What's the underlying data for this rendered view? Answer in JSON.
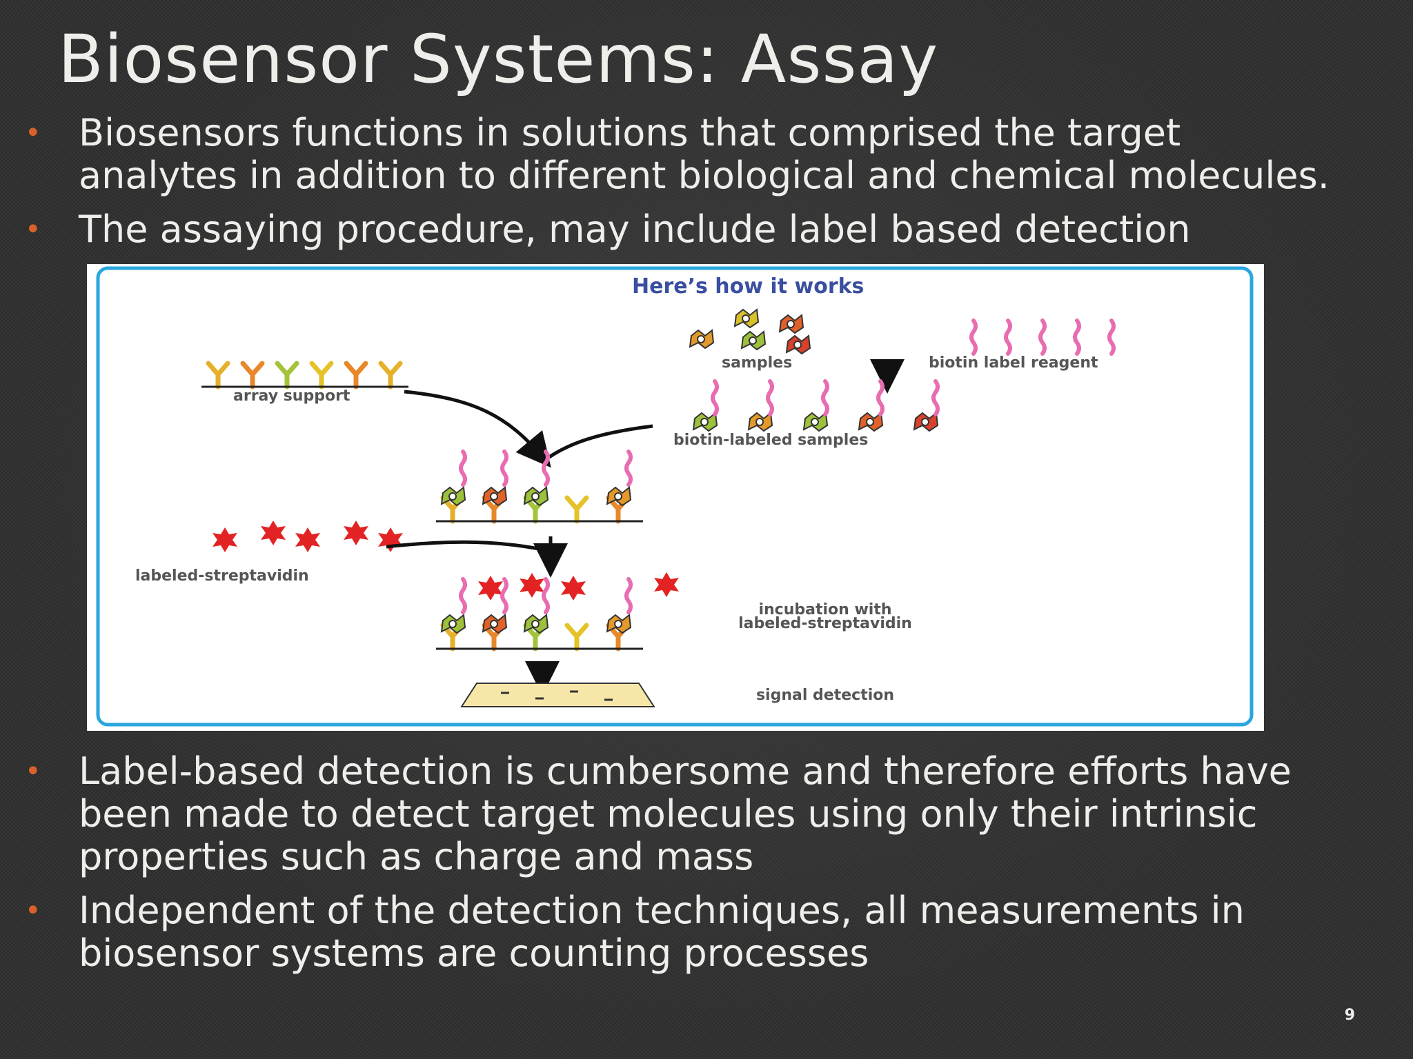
{
  "slide": {
    "title": "Biosensor Systems: Assay",
    "page_number": "9"
  },
  "bullets": [
    "Biosensors functions in solutions that comprised the target analytes in addition to different biological and chemical molecules.",
    "The assaying procedure, may include label based detection",
    "Label-based detection is cumbersome and therefore efforts have been made to detect target molecules using only their intrinsic properties such as charge and mass",
    "Independent of the detection techniques, all measurements in biosensor systems are counting processes"
  ],
  "bullet_color": "#d9622b",
  "figure": {
    "heading": "Here’s how it works",
    "labels": {
      "samples": "samples",
      "biotin_reagent": "biotin label reagent",
      "array_support": "array support",
      "biotin_labeled_samples": "biotin-labeled samples",
      "labeled_streptavidin": "labeled-streptavidin",
      "incubation_line1": "incubation with",
      "incubation_line2": "labeled-streptavidin",
      "signal_detection": "signal detection"
    },
    "border_color": "#2aa7de",
    "heading_color": "#3a4fa0"
  }
}
